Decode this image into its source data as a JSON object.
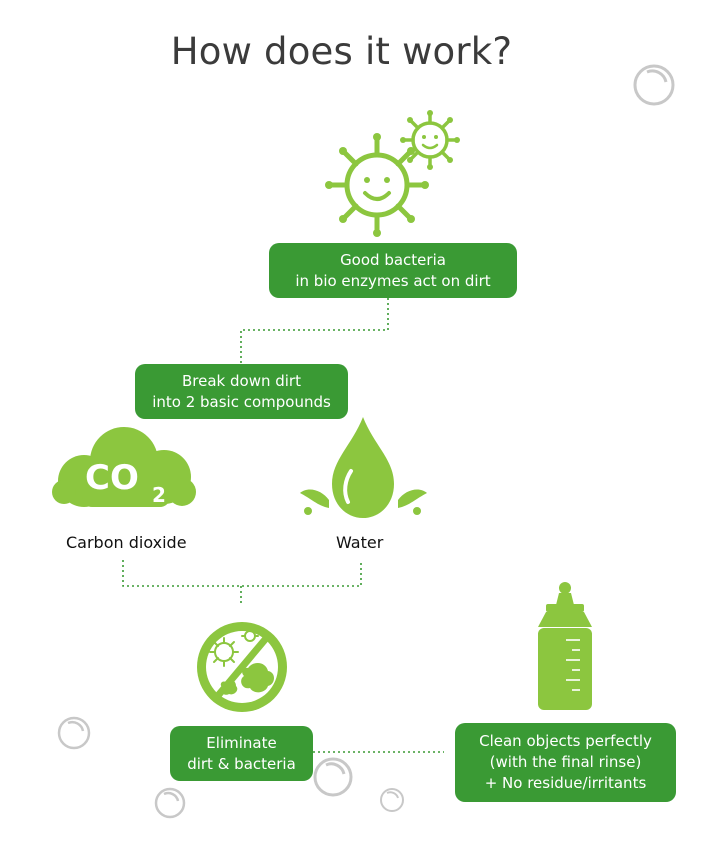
{
  "title": "How does it work?",
  "steps": {
    "good_bacteria": [
      "Good bacteria",
      "in bio enzymes act on dirt"
    ],
    "break_down": [
      "Break down dirt",
      "into 2 basic compounds"
    ],
    "eliminate": [
      "Eliminate",
      "dirt & bacteria"
    ],
    "clean": [
      "Clean objects perfectly",
      "(with the final rinse)",
      "+ No residue/irritants"
    ]
  },
  "compounds": {
    "co2_icon_text": "CO",
    "co2_subscript": "2",
    "carbon_label": "Carbon dioxide",
    "water_label": "Water"
  },
  "icons": [
    "bacteria-icon",
    "small-bacteria-icon",
    "co2-cloud-icon",
    "water-drop-icon",
    "no-bacteria-icon",
    "baby-bottle-icon",
    "bubble-icon"
  ],
  "colors": {
    "box_green": "#3a9a34",
    "icon_green": "#8cc63f",
    "title_gray": "#3b3b3b",
    "connector_green": "#3a9a34",
    "bubble_gray": "#c8c8c8"
  }
}
